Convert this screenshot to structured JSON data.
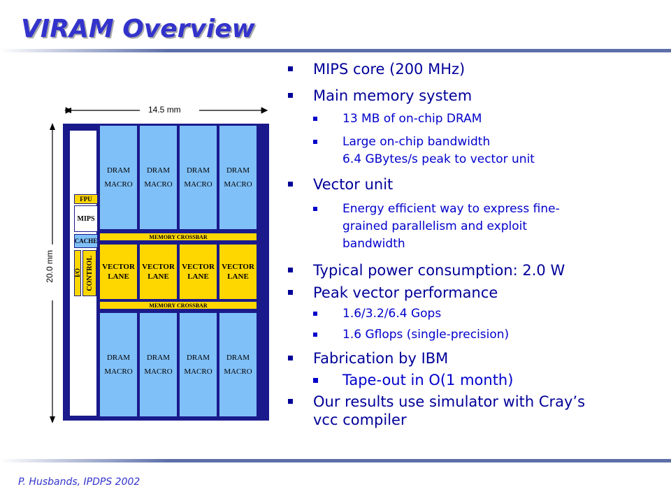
{
  "title": "VIRAM Overview",
  "footer": "P. Husbands, IPDPS 2002",
  "bullets": [
    {
      "text": "MIPS core (200 MHz)",
      "children": []
    },
    {
      "text": "Main memory system",
      "children": [
        {
          "lines": [
            "13 MB of on-chip DRAM"
          ]
        },
        {
          "lines": [
            "Large on-chip bandwidth",
            "6.4 GBytes/s peak to vector unit"
          ]
        }
      ]
    },
    {
      "text": "Vector unit",
      "children": [
        {
          "lines": [
            "Energy efficient way to express fine-",
            "grained parallelism and exploit",
            "bandwidth"
          ]
        }
      ]
    },
    {
      "text": "Typical power consumption: 2.0 W",
      "children": []
    },
    {
      "text": "Peak vector performance",
      "children": [
        {
          "lines": [
            "1.6/3.2/6.4 Gops"
          ]
        },
        {
          "lines": [
            "1.6 Gflops (single-precision)"
          ]
        }
      ]
    },
    {
      "text": "Fabrication by IBM",
      "children": [
        {
          "lines": [
            "Tape-out in O(1 month)"
          ],
          "large": true
        }
      ]
    },
    {
      "text_lines": [
        "Our results use simulator with Cray’s",
        "vcc compiler"
      ],
      "children": []
    }
  ],
  "diagram": {
    "width_label": "14.5 mm",
    "height_label": "20.0 mm",
    "dram_line1": "DRAM",
    "dram_line2": "MACRO",
    "vector_line1": "VECTOR",
    "vector_line2": "LANE",
    "crossbar": "MEMORY CROSSBAR",
    "fpu": "FPU",
    "mips": "MIPS",
    "cache": "CACHE",
    "io": "I/O",
    "control": "CONTROL"
  },
  "colors": {
    "title": "#3333cc",
    "bullet_text": "#000099",
    "sub_text": "#0000cc",
    "chip_border": "#1a1a8c",
    "dram": "#80c0f8",
    "logic": "#ffd700"
  }
}
